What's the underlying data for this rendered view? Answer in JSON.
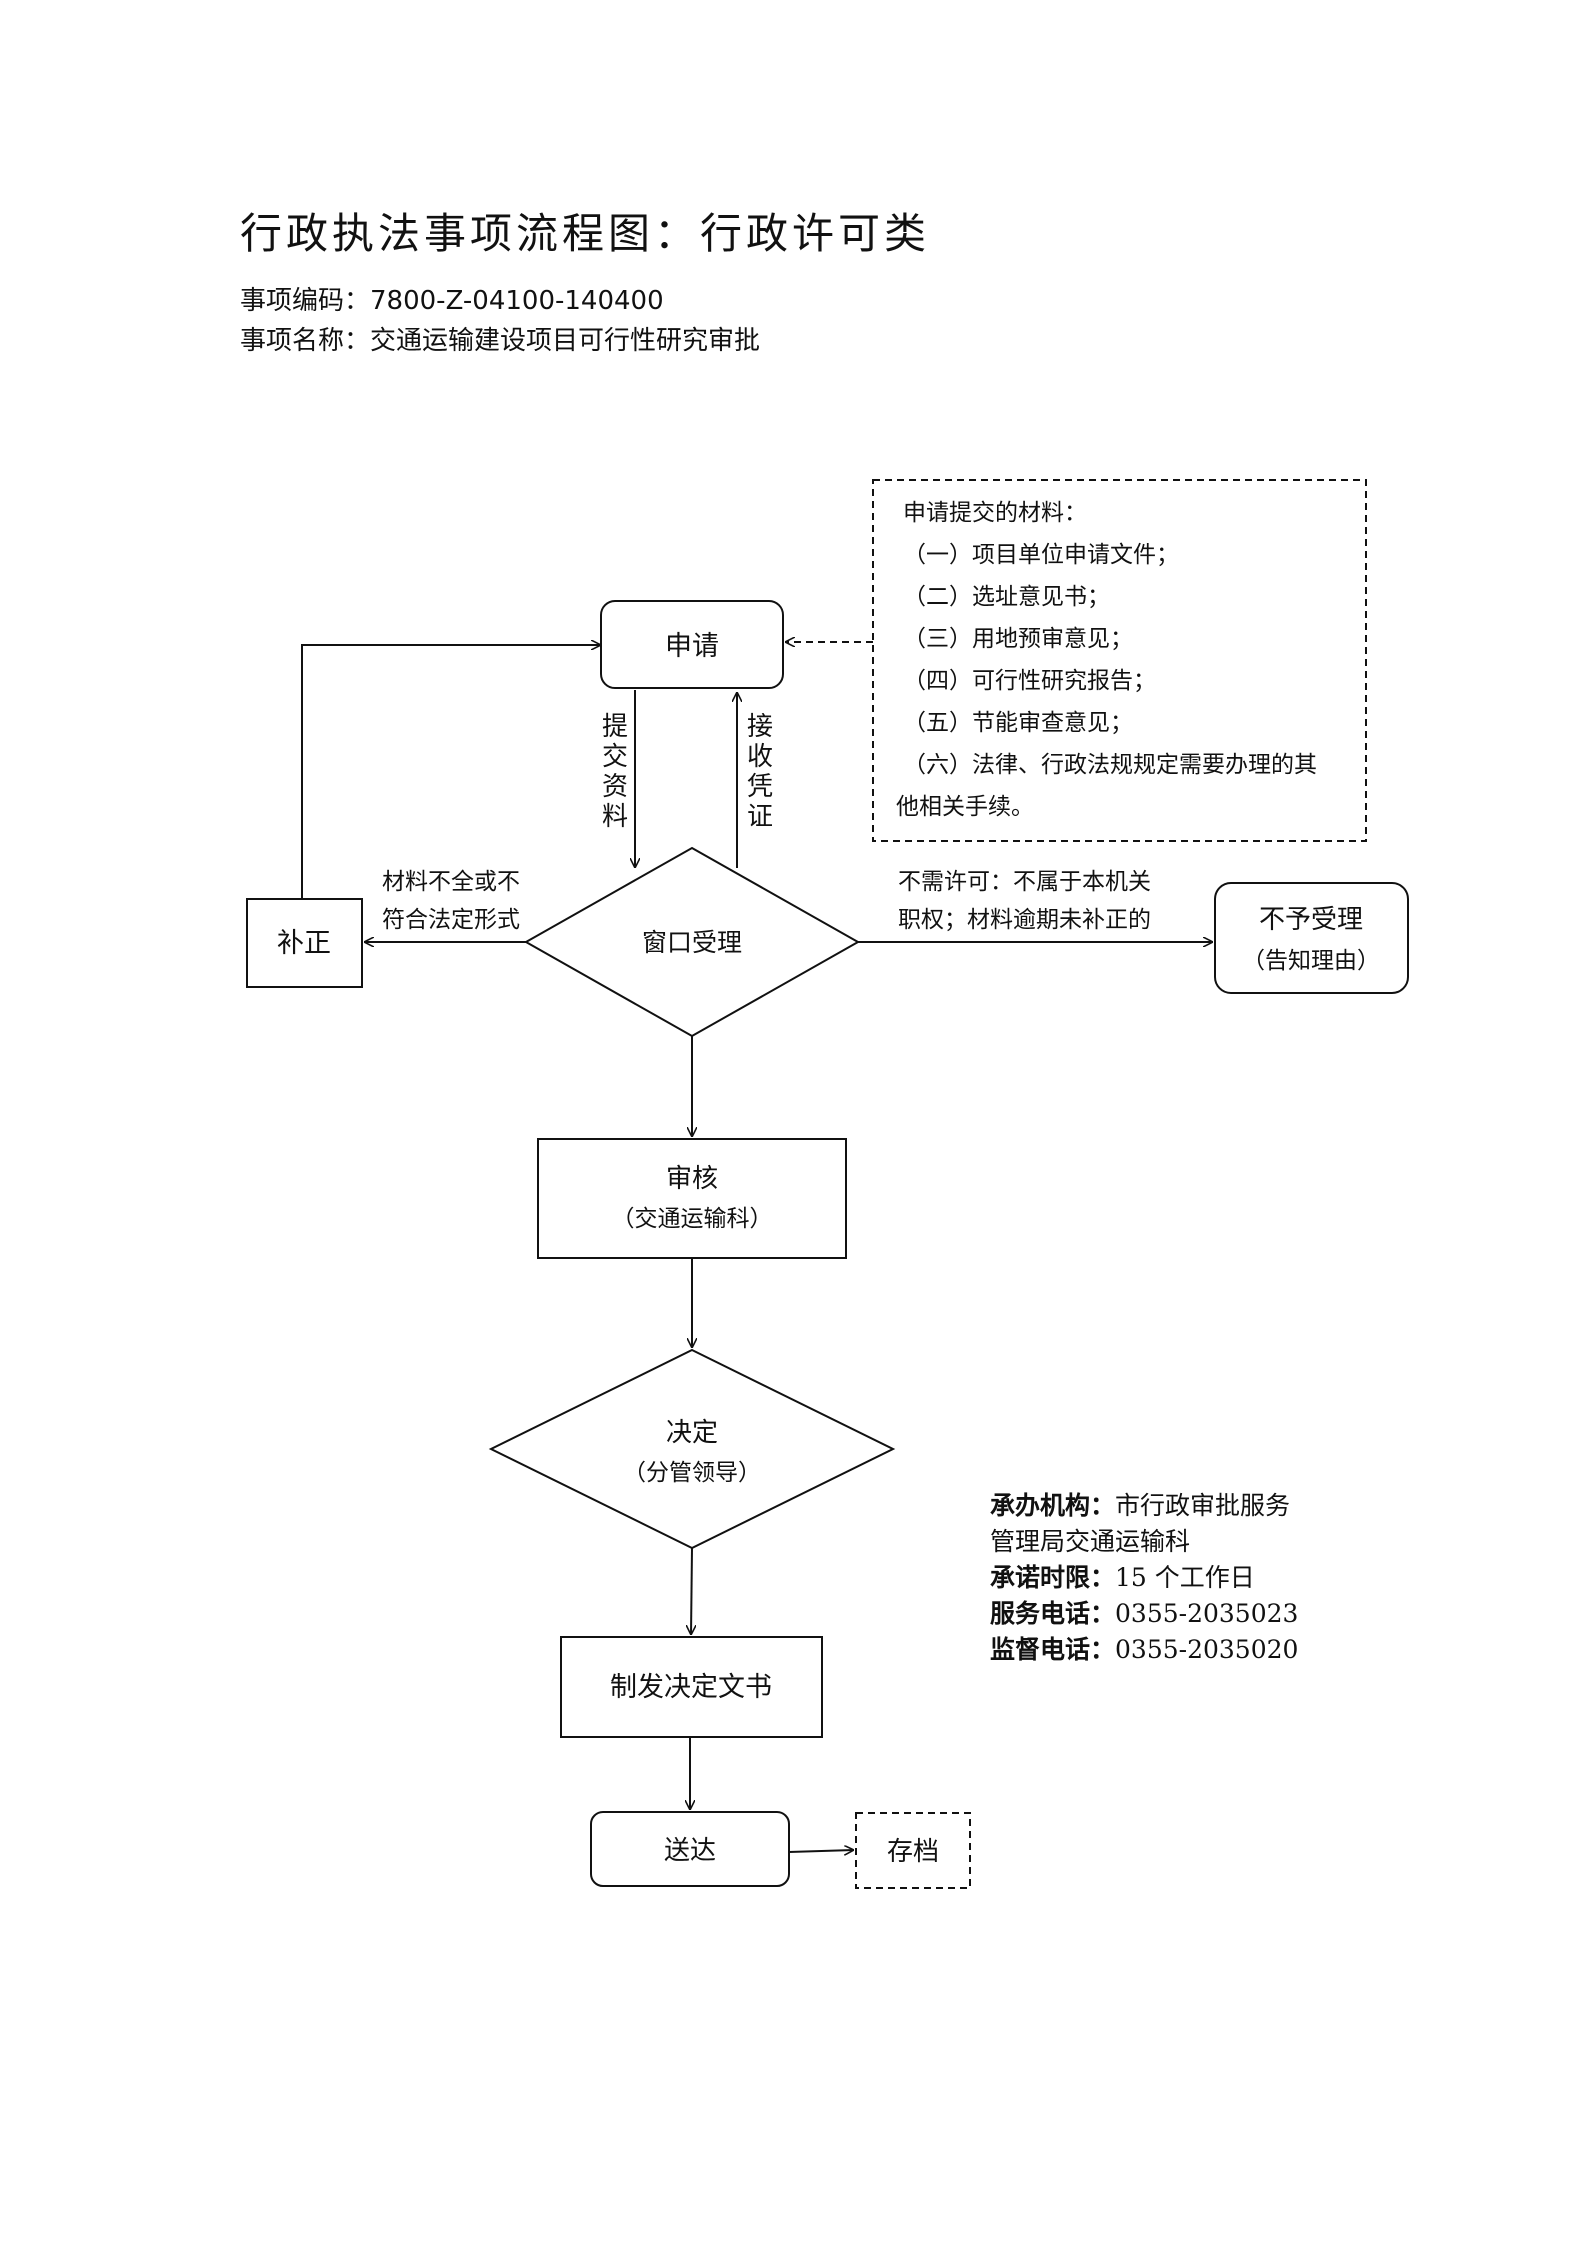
{
  "header": {
    "title": "行政执法事项流程图：行政许可类",
    "code_label": "事项编码：",
    "code_value": "7800-Z-04100-140400",
    "name_label": "事项名称：",
    "name_value": "交通运输建设项目可行性研究审批"
  },
  "materials": {
    "title": "申请提交的材料：",
    "items": [
      "（一）项目单位申请文件；",
      "（二）选址意见书；",
      "（三）用地预审意见；",
      "（四）可行性研究报告；",
      "（五）节能审查意见；",
      "（六）法律、行政法规规定需要办理的其",
      "他相关手续。"
    ]
  },
  "flow": {
    "apply": "申请",
    "submit": [
      "提",
      "交",
      "资",
      "料"
    ],
    "receipt": [
      "接",
      "收",
      "凭",
      "证"
    ],
    "window": "窗口受理",
    "correct": "补正",
    "incomplete": [
      "材料不全或不",
      "符合法定形式"
    ],
    "no_permit": [
      "不需许可：不属于本机关",
      "职权；材料逾期未补正的"
    ],
    "reject": "不予受理",
    "reject_sub": "（告知理由）",
    "review": "审核",
    "review_sub": "（交通运输科）",
    "decide": "决定",
    "decide_sub": "（分管领导）",
    "issue": "制发决定文书",
    "deliver": "送达",
    "archive": "存档"
  },
  "info": {
    "org_label": "承办机构：",
    "org_value_1": "市行政审批服务",
    "org_value_2": "管理局交通运输科",
    "time_label": "承诺时限：",
    "time_value": "15 个工作日",
    "phone_label": "服务电话：",
    "phone_value": "0355-2035023",
    "supervise_label": "监督电话：",
    "supervise_value": "0355-2035020"
  }
}
